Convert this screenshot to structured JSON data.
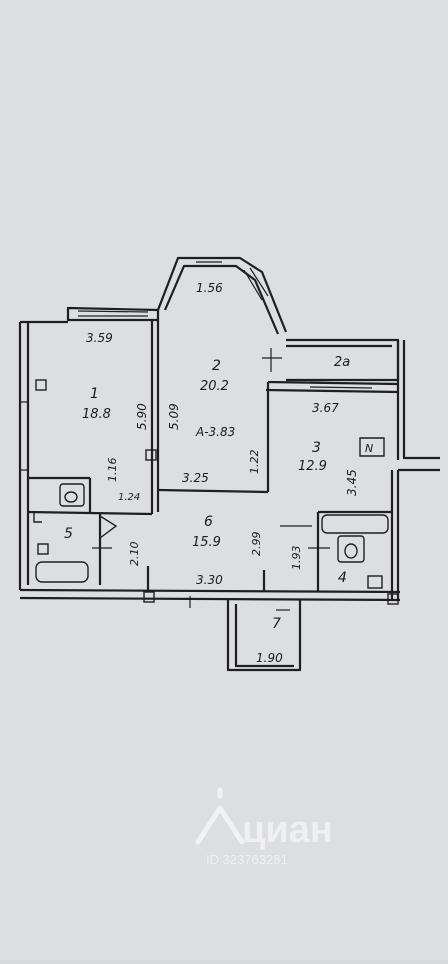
{
  "plan": {
    "rooms": [
      {
        "id": "1",
        "area": "18.8"
      },
      {
        "id": "2",
        "area": "20.2"
      },
      {
        "id": "2a",
        "label": "2а"
      },
      {
        "id": "3",
        "area": "12.9"
      },
      {
        "id": "4",
        "label": "4"
      },
      {
        "id": "5",
        "label": "5"
      },
      {
        "id": "6",
        "area": "15.9"
      },
      {
        "id": "7",
        "label": "7"
      }
    ],
    "dimensions": [
      "3.59",
      "1.56",
      "5.09",
      "5.90",
      "3.67",
      "3.45",
      "1.16",
      "3.25",
      "1.22",
      "1.24",
      "2.10",
      "2.99",
      "1.93",
      "3.30",
      "1.90"
    ],
    "scribble": "А-3.83",
    "meter_symbol": "N"
  },
  "watermark": {
    "brand": "циан",
    "id_text": "ID 323763281"
  }
}
